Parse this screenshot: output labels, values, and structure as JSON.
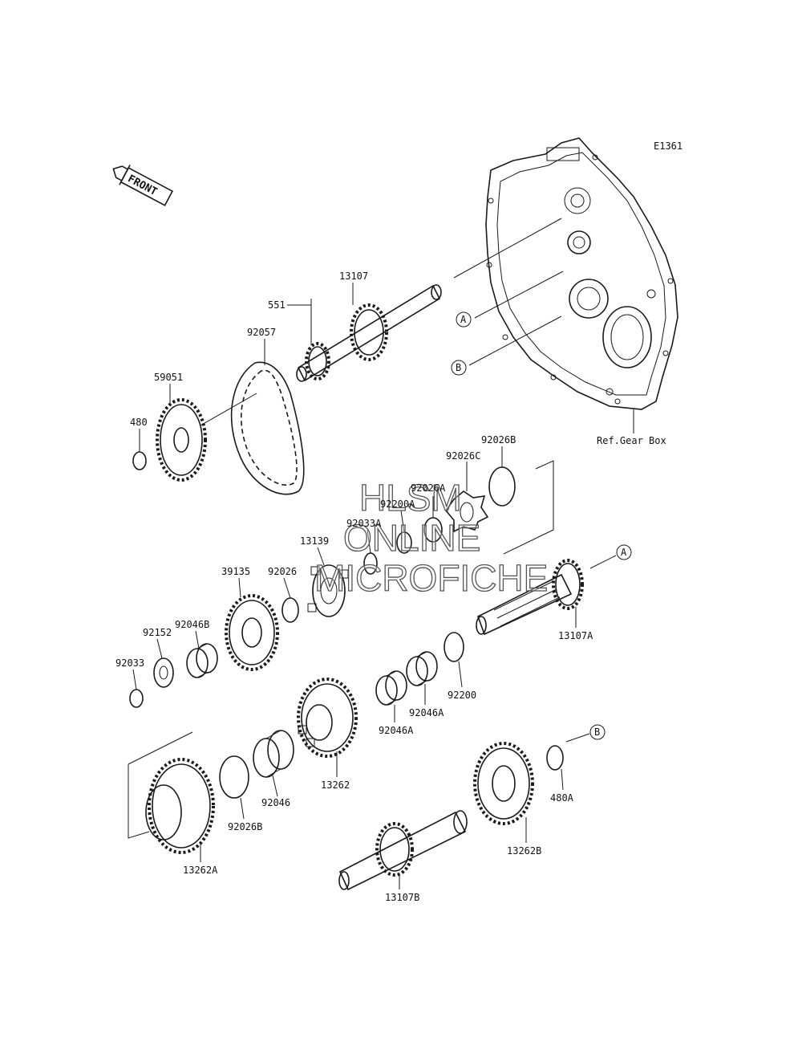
{
  "diagram_code": "E1361",
  "front_arrow": "FRONT",
  "ref_label": "Ref.Gear Box",
  "callouts": {
    "a": "A",
    "b": "B"
  },
  "watermark": [
    "HLSM",
    "ONLINE",
    "MICROFICHE"
  ],
  "parts": {
    "p13107": "13107",
    "p551": "551",
    "p92057": "92057",
    "p59051": "59051",
    "p480": "480",
    "p92026B_top": "92026B",
    "p92026C": "92026C",
    "p92026A": "92026A",
    "p92200A": "92200A",
    "p92033A": "92033A",
    "p13139": "13139",
    "p39135": "39135",
    "p92026": "92026",
    "p92046B": "92046B",
    "p92152": "92152",
    "p92033": "92033",
    "p13107A": "13107A",
    "p92200": "92200",
    "p92046A_1": "92046A",
    "p92046A_2": "92046A",
    "p13262": "13262",
    "p92046": "92046",
    "p92026B_bottom": "92026B",
    "p13262A": "13262A",
    "p480A": "480A",
    "p13262B": "13262B",
    "p13107B": "13107B"
  }
}
